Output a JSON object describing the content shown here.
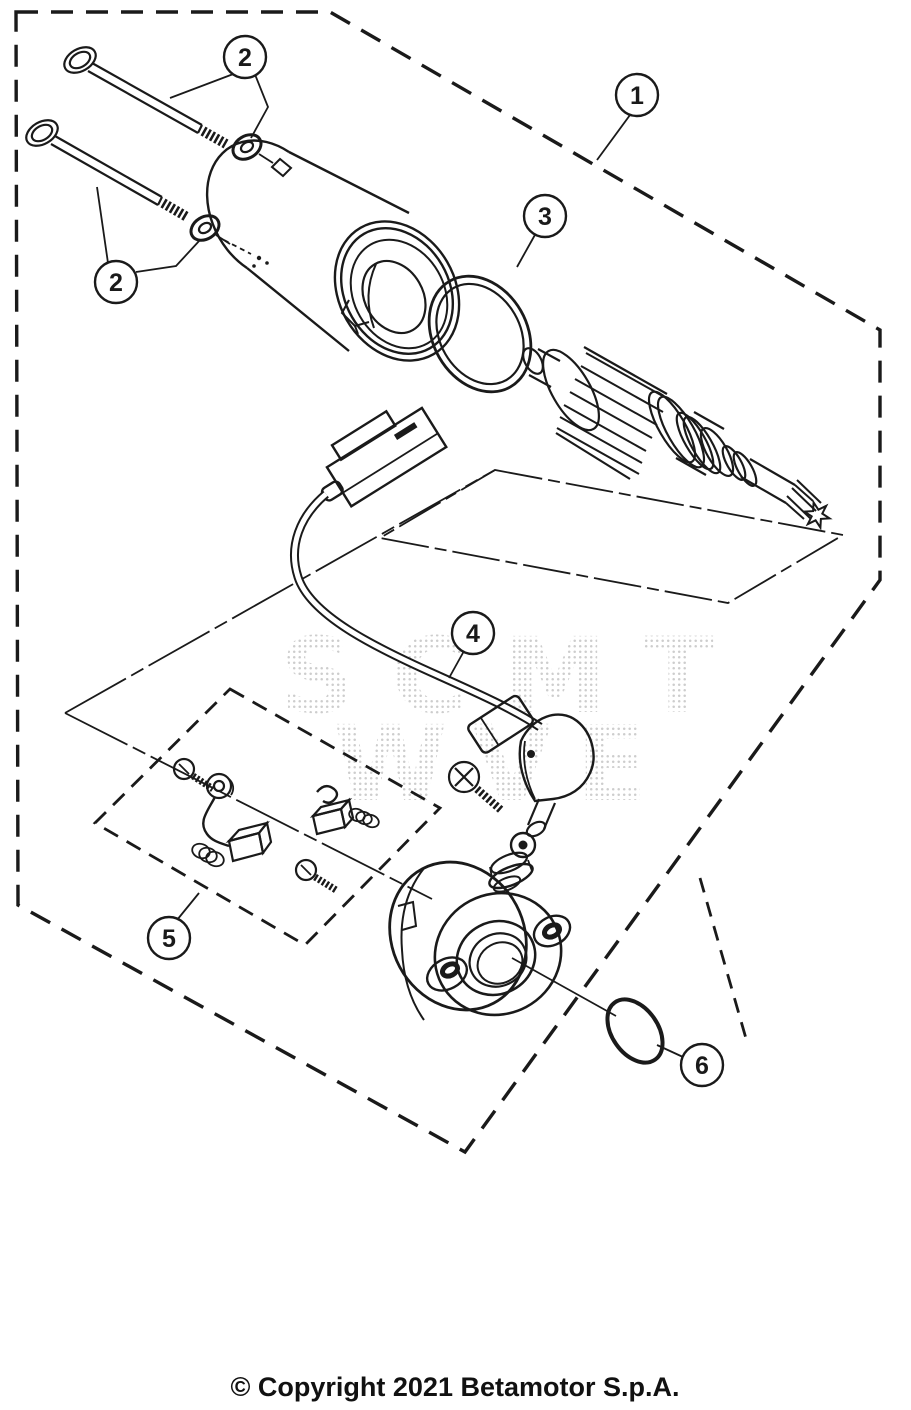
{
  "diagram": {
    "type": "exploded-parts-diagram",
    "subject": "electric-starter-motor-assembly"
  },
  "callouts": [
    {
      "label": "1",
      "part": "starter-motor-assembly"
    },
    {
      "label": "2",
      "part": "mounting-bolt-and-washer-upper"
    },
    {
      "label": "2",
      "part": "mounting-bolt-and-washer-lower"
    },
    {
      "label": "3",
      "part": "o-ring-large"
    },
    {
      "label": "4",
      "part": "power-cable-with-connector"
    },
    {
      "label": "5",
      "part": "brush-repair-kit"
    },
    {
      "label": "6",
      "part": "o-ring-small"
    }
  ],
  "watermark": {
    "line1": "SCMT",
    "line2": "WVE"
  },
  "footer": {
    "copyright": "© Copyright 2021 Betamotor S.p.A."
  },
  "colors": {
    "line": "#1a1a1a",
    "background": "#ffffff",
    "watermark_dot": "#8a8a8a"
  }
}
